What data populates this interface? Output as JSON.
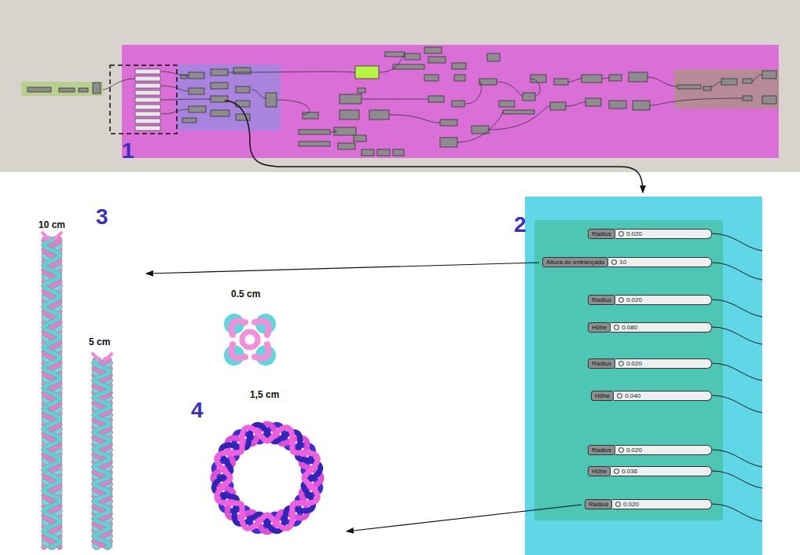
{
  "diagram": {
    "nodes": [
      {
        "text": [
          "Radius",
          "0.020"
        ]
      },
      {
        "text": [
          "Altura do entrançado",
          "10"
        ]
      },
      {
        "text": [
          "Radius",
          "0.020"
        ]
      },
      {
        "text": [
          "Höhe",
          "0.080"
        ]
      },
      {
        "text": [
          "Radius",
          "0.020"
        ]
      },
      {
        "text": [
          "Höhe",
          "0.040"
        ]
      },
      {
        "text": [
          "Radius",
          "0.020"
        ]
      },
      {
        "text": [
          "Höhe",
          "0.036"
        ]
      },
      {
        "text": [
          "Radius",
          "0.020"
        ]
      }
    ],
    "labels": [
      "1",
      "2",
      "3",
      "4",
      "10 cm",
      "5 cm",
      "0.5 cm",
      "1,5 cm"
    ]
  }
}
